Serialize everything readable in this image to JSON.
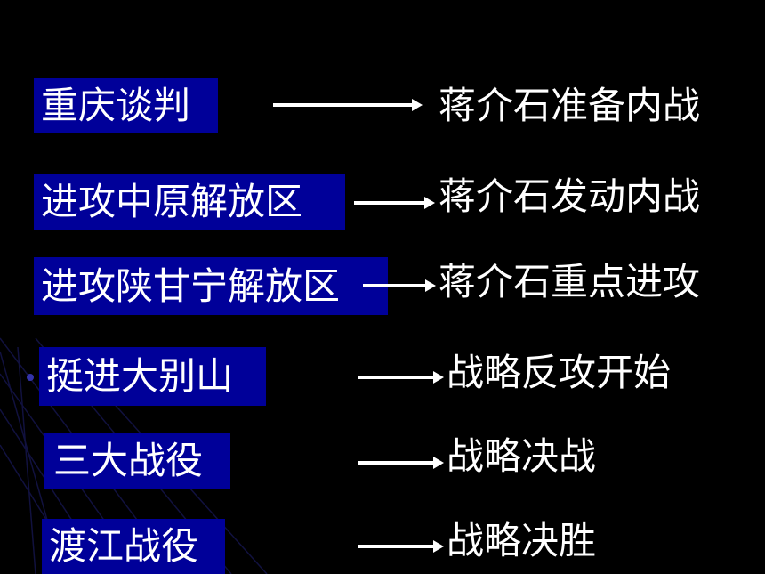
{
  "rows": [
    {
      "event": "重庆谈判",
      "result": "蒋介石准备内战"
    },
    {
      "event": "进攻中原解放区",
      "result": "蒋介石发动内战"
    },
    {
      "event": "进攻陕甘宁解放区",
      "result": "蒋介石重点进攻"
    },
    {
      "event": "挺进大别山",
      "result": "战略反攻开始"
    },
    {
      "event": "三大战役",
      "result": "战略决战"
    },
    {
      "event": "渡江战役",
      "result": "战略决胜"
    }
  ],
  "colors": {
    "background": "#000000",
    "label_box": "#000099",
    "text": "#ffffff",
    "decoration": "#1a1a66"
  }
}
